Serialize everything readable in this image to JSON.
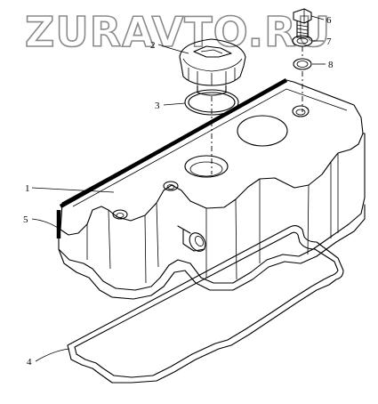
{
  "watermark": {
    "text": "ZURAVTO.RU"
  },
  "callouts": [
    {
      "id": "1",
      "label": "1"
    },
    {
      "id": "2",
      "label": "2"
    },
    {
      "id": "3",
      "label": "3"
    },
    {
      "id": "4",
      "label": "4"
    },
    {
      "id": "5",
      "label": "5"
    },
    {
      "id": "6",
      "label": "6"
    },
    {
      "id": "7",
      "label": "7"
    },
    {
      "id": "8",
      "label": "8"
    }
  ],
  "colors": {
    "line": "#000000",
    "watermark_outline": "#8a8a8a",
    "background": "#ffffff"
  }
}
